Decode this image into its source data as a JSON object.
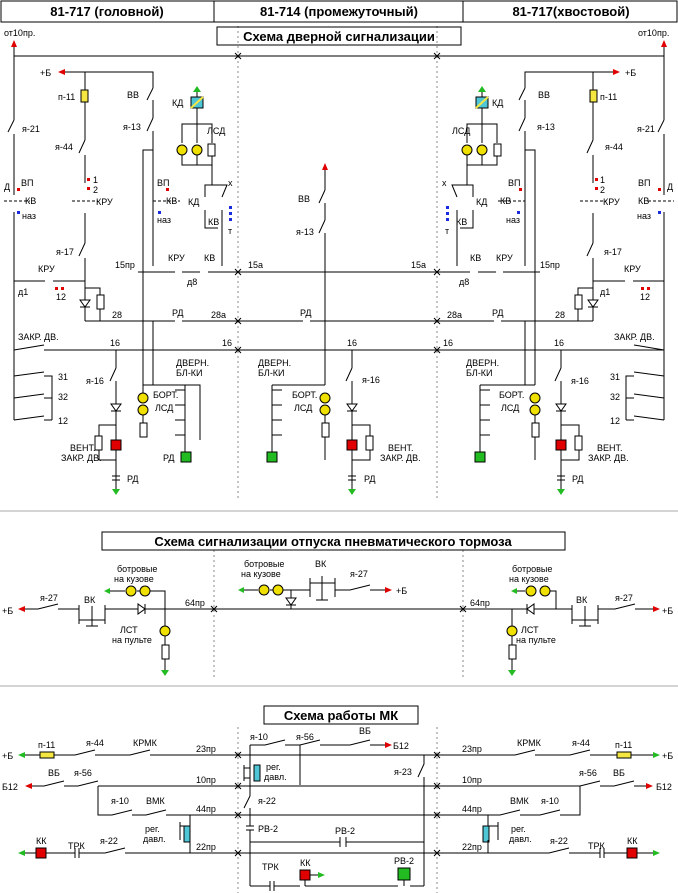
{
  "header": {
    "left": "81-717 (головной)",
    "mid": "81-714 (промежуточный)",
    "right": "81-717(хвостовой)"
  },
  "door": {
    "title": "Схема дверной сигнализации",
    "ot10": "от10пр.",
    "plusB": "+Б",
    "p11": "п-11",
    "vv": "ВВ",
    "kd": "КД",
    "ya21": "я-21",
    "ya13": "я-13",
    "lsd": "ЛСД",
    "ya44": "я-44",
    "one": "1",
    "two": "2",
    "vp": "ВП",
    "d": "Д",
    "kv": "КВ",
    "kru": "КРУ",
    "naz": "наз",
    "x": "х",
    "t": "т",
    "ya17": "я-17",
    "w15pr": "15пр",
    "w15a": "15а",
    "d8": "д8",
    "d1": "д1",
    "twelve": "12",
    "w28": "28",
    "rd": "РД",
    "w28a": "28а",
    "zakr": "ЗАКР. ДВ.",
    "w16": "16",
    "dvern": "ДВЕРН.",
    "blki": "БЛ-КИ",
    "ya16": "я-16",
    "n31": "31",
    "n32": "32",
    "n12": "12",
    "bort": "БОРТ.",
    "vent": "ВЕНТ.",
    "zakrdv": "ЗАКР. ДВ."
  },
  "brake": {
    "title": "Схема сигнализации отпуска пневматического тормоза",
    "botr1": "ботровые",
    "botr2": "на кузове",
    "plusB": "+Б",
    "ya27": "я-27",
    "vk": "ВК",
    "w64": "64пр",
    "lst1": "ЛСТ",
    "lst2": "на пульте"
  },
  "mk": {
    "title": "Схема работы МК",
    "plusB": "+Б",
    "p11": "п-11",
    "ya44": "я-44",
    "krmk": "КРМК",
    "w23": "23пр",
    "ya10": "я-10",
    "ya56": "я-56",
    "vb": "ВБ",
    "b12": "Б12",
    "w10": "10пр",
    "reg1": "рег.",
    "reg2": "давл.",
    "ya23": "я-23",
    "vmk": "ВМК",
    "w44": "44пр",
    "ya22": "я-22",
    "kk": "КК",
    "trk": "ТРК",
    "w22": "22пр",
    "rv2": "РВ-2"
  },
  "colors": {
    "red": "#e00000",
    "green": "#22bb22",
    "yellow": "#f5e642",
    "lamp": "#f0e000",
    "cyan": "#4fc6d6",
    "blue": "#1a2adf"
  }
}
